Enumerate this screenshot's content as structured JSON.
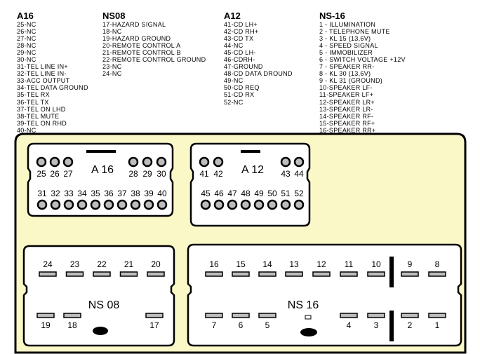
{
  "lists": [
    {
      "title": "A16",
      "items": [
        "25-NC",
        "26-NC",
        "27-NC",
        "28-NC",
        "29-NC",
        "30-NC",
        "31-TEL LINE IN+",
        "32-TEL LINE IN-",
        "33-ACC OUTPUT",
        "34-TEL DATA GROUND",
        "35-TEL RX",
        "36-TEL TX",
        "37-TEL ON LHD",
        "38-TEL MUTE",
        "39-TEL ON RHD",
        "40-NC"
      ]
    },
    {
      "title": "NS08",
      "items": [
        "17-HAZARD SIGNAL",
        "18-NC",
        "19-HAZARD GROUND",
        "20-REMOTE CONTROL A",
        "21-REMOTE CONTROL B",
        "22-REMOTE CONTROL GROUND",
        "23-NC",
        "24-NC"
      ]
    },
    {
      "title": "A12",
      "items": [
        "41-CD LH+",
        "42-CD RH+",
        "43-CD TX",
        "44-NC",
        "45-CD LH-",
        "46-CDRH-",
        "47-GROUND",
        "48-CD DATA DROUND",
        "49-NC",
        "50-CD REQ",
        "51-CD RX",
        "52-NC"
      ]
    },
    {
      "title": "NS-16",
      "items": [
        "1 - ILLUMINATION",
        "2 - TELEPHONE MUTE",
        "3 - KL 15 (13,6V)",
        "4 - SPEED SIGNAL",
        "5 - IMMOBILIZER",
        "6 - SWITCH VOLTAGE +12V",
        "7 - SPEAKER RR-",
        "8 - KL 30 (13,6V)",
        "9 - KL 31 (GROUND)",
        "10-SPEAKER LF-",
        "11-SPEAKER LF+",
        "12-SPEAKER LR+",
        "13-SPEAKER LR-",
        "14-SPEAKER RF-",
        "15-SPEAKER RF+",
        "16-SPEAKER RR+"
      ]
    }
  ],
  "connectors": {
    "a16": {
      "label": "A 16",
      "top_pins": [
        "25",
        "26",
        "27",
        "28",
        "29",
        "30"
      ],
      "bottom_pins": [
        "31",
        "32",
        "33",
        "34",
        "35",
        "36",
        "37",
        "38",
        "39",
        "40"
      ]
    },
    "a12": {
      "label": "A 12",
      "top_pins": [
        "41",
        "42",
        "43",
        "44"
      ],
      "bottom_pins": [
        "45",
        "46",
        "47",
        "48",
        "49",
        "50",
        "51",
        "52"
      ]
    },
    "ns08": {
      "label": "NS 08",
      "top_pins": [
        "24",
        "23",
        "22",
        "21",
        "20"
      ],
      "bottom_pins": [
        "19",
        "18",
        "17"
      ]
    },
    "ns16": {
      "label": "NS 16",
      "top_pins": [
        "16",
        "15",
        "14",
        "13",
        "12",
        "11",
        "10",
        "9",
        "8"
      ],
      "bottom_pins": [
        "7",
        "6",
        "5",
        "4",
        "3",
        "2",
        "1"
      ]
    }
  },
  "colors": {
    "panel_fill": "#fbf8c8",
    "connector_fill": "#ffffff",
    "pin_fill": "#bdbdbd",
    "outline": "#000000"
  }
}
